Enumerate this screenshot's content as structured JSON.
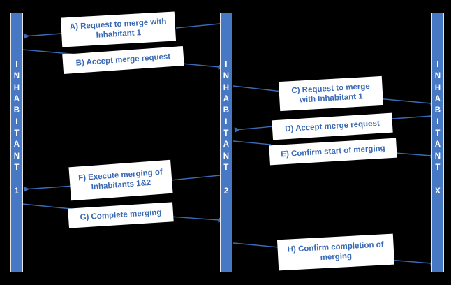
{
  "diagram": {
    "type": "uml-sequence-diagram",
    "background_color": "#000000",
    "accent_color": "#4778c4",
    "label_text_color": "#3a6ab4",
    "label_box_color": "#ffffff",
    "lifeline_label_color": "#ffffff"
  },
  "lifelines": [
    {
      "id": "inhabitant-1",
      "title": "INHABITANT",
      "index": "1"
    },
    {
      "id": "inhabitant-2",
      "title": "INHABITANT",
      "index": "2"
    },
    {
      "id": "inhabitant-x",
      "title": "INHABITANT",
      "index": "X"
    }
  ],
  "messages": [
    {
      "key": "A",
      "label": "A) Request to merge with\nInhabitant 1",
      "from": "inhabitant-2",
      "to": "inhabitant-1",
      "direction": "right-to-left"
    },
    {
      "key": "B",
      "label": "B) Accept merge request",
      "from": "inhabitant-1",
      "to": "inhabitant-2",
      "direction": "left-to-right"
    },
    {
      "key": "C",
      "label": "C) Request to merge\nwith Inhabitant 1",
      "from": "inhabitant-2",
      "to": "inhabitant-x",
      "direction": "left-to-right"
    },
    {
      "key": "D",
      "label": "D) Accept merge request",
      "from": "inhabitant-x",
      "to": "inhabitant-2",
      "direction": "right-to-left"
    },
    {
      "key": "E",
      "label": "E) Confirm start of merging",
      "from": "inhabitant-2",
      "to": "inhabitant-x",
      "direction": "left-to-right"
    },
    {
      "key": "F",
      "label": "F) Execute merging of\nInhabitants 1&2",
      "from": "inhabitant-2",
      "to": "inhabitant-1",
      "direction": "right-to-left"
    },
    {
      "key": "G",
      "label": "G) Complete merging",
      "from": "inhabitant-1",
      "to": "inhabitant-2",
      "direction": "left-to-right"
    },
    {
      "key": "H",
      "label": "H) Confirm completion of\nmerging",
      "from": "inhabitant-2",
      "to": "inhabitant-x",
      "direction": "left-to-right"
    }
  ]
}
